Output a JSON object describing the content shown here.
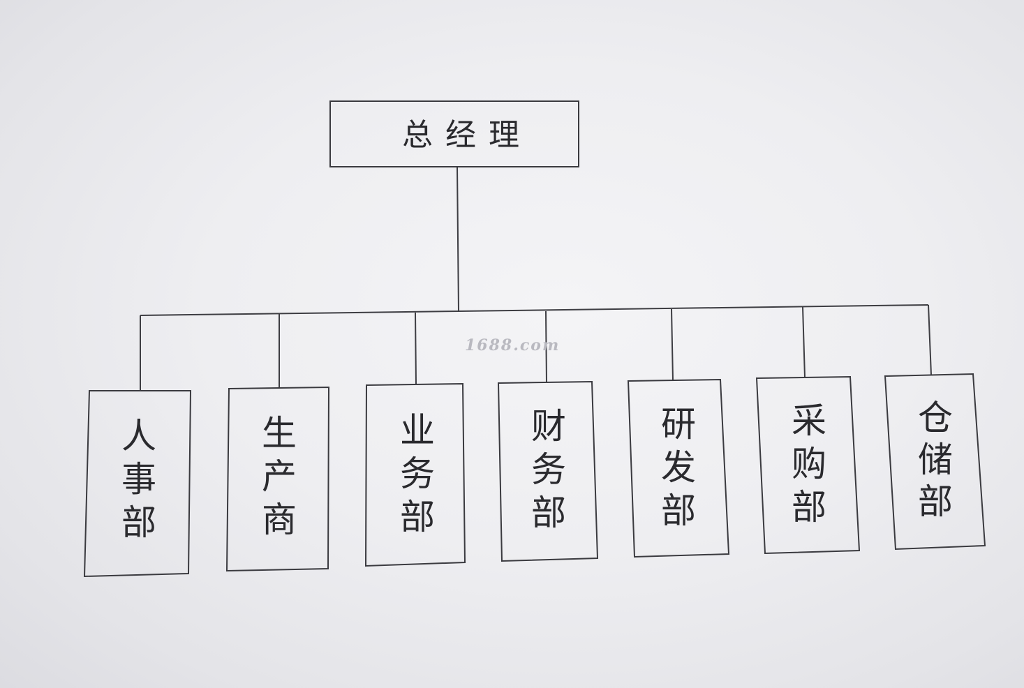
{
  "org_chart": {
    "root": {
      "label": "总经理"
    },
    "departments": [
      {
        "label": "人事部"
      },
      {
        "label": "生产商"
      },
      {
        "label": "业务部"
      },
      {
        "label": "财务部"
      },
      {
        "label": "研发部"
      },
      {
        "label": "采购部"
      },
      {
        "label": "仓储部"
      }
    ]
  },
  "watermark": "1688.com"
}
